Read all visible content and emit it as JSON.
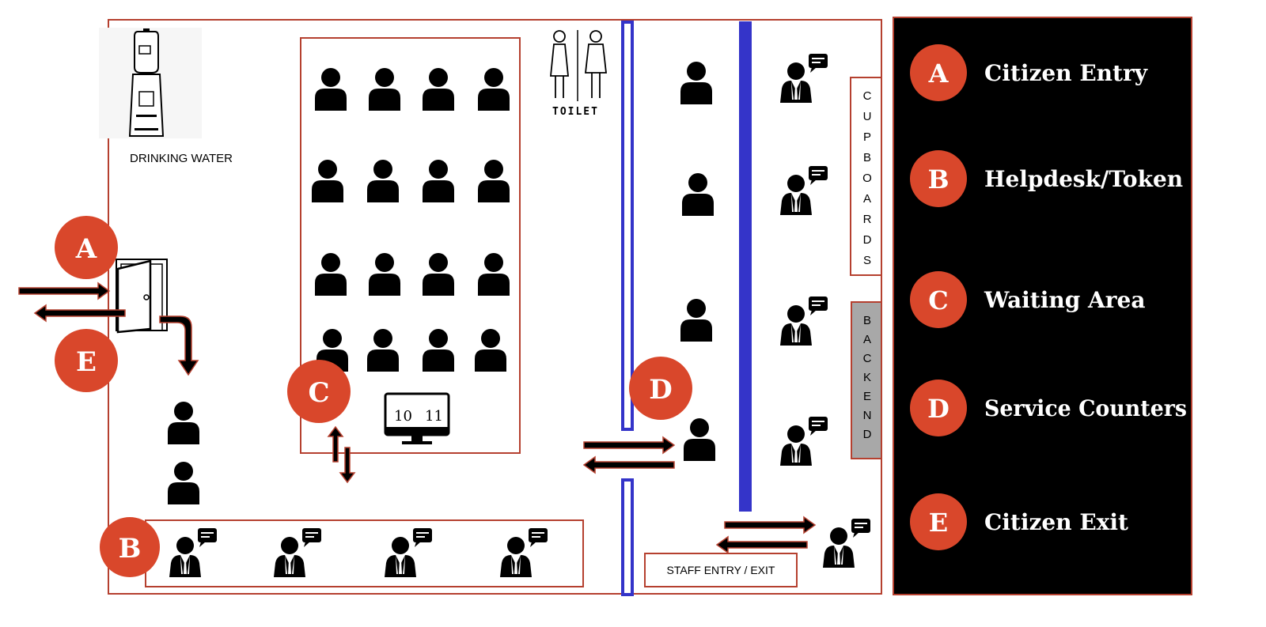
{
  "labels": {
    "drinking_water": "DRINKING WATER",
    "toilet": "TOILET",
    "cupboards": "CUPBOARDS",
    "backend": "BACKEND",
    "staff_entry_exit": "STAFF ENTRY / EXIT",
    "token_numbers": [
      "10",
      "11"
    ]
  },
  "markers": [
    "A",
    "B",
    "C",
    "D",
    "E"
  ],
  "legend": [
    {
      "letter": "A",
      "text": "Citizen Entry"
    },
    {
      "letter": "B",
      "text": "Helpdesk/Token"
    },
    {
      "letter": "C",
      "text": "Waiting Area"
    },
    {
      "letter": "D",
      "text": "Service Counters"
    },
    {
      "letter": "E",
      "text": "Citizen Exit"
    }
  ],
  "colors": {
    "marker": "#d9472b",
    "wall": "#b5402f",
    "counter_line": "#3434c9",
    "legend_bg": "#000000",
    "legend_text": "#ffffff",
    "backend_fill": "#a8a8a8"
  }
}
